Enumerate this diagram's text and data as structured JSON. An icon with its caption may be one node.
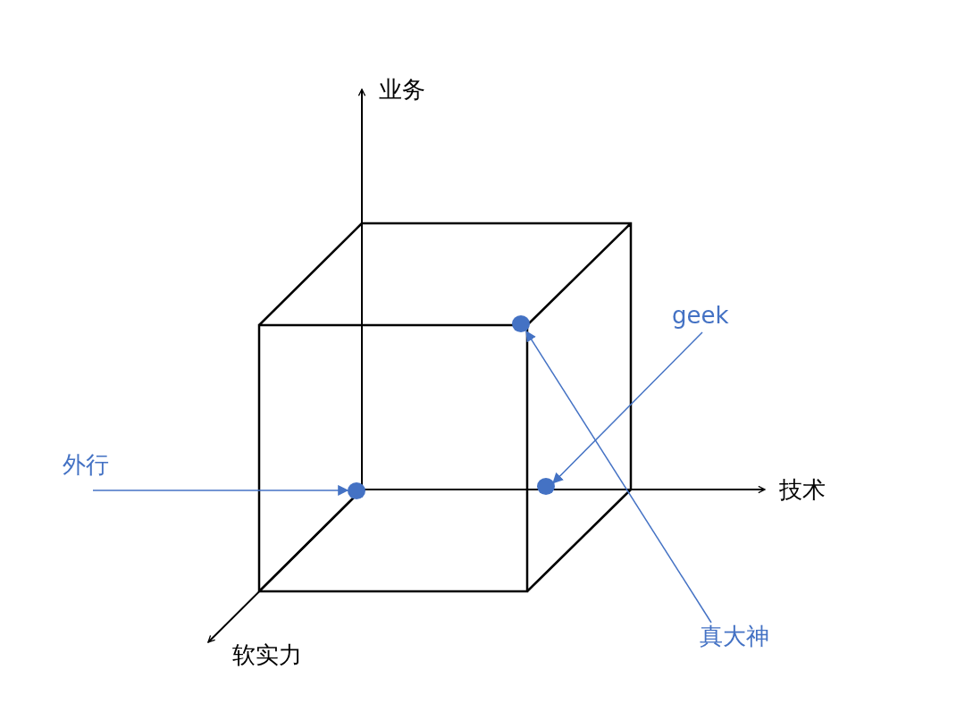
{
  "diagram": {
    "nodes": [
      {
        "text": [
          "geek"
        ]
      },
      {
        "text": [],
        "shape": "circle"
      },
      {
        "text": [
          "外行"
        ]
      },
      {
        "text": [],
        "shape": "circle"
      },
      {
        "text": [],
        "shape": "circle"
      },
      {
        "text": [
          "真大神"
        ]
      }
    ],
    "edges": [
      {
        "from": 2,
        "to": 3,
        "arrow": "to"
      },
      {
        "from": 0,
        "to": 4,
        "arrow": "to"
      },
      {
        "from": 5,
        "to": 1,
        "arrow": "to"
      }
    ],
    "labels": [
      "业务",
      "技术",
      "软实力"
    ]
  }
}
